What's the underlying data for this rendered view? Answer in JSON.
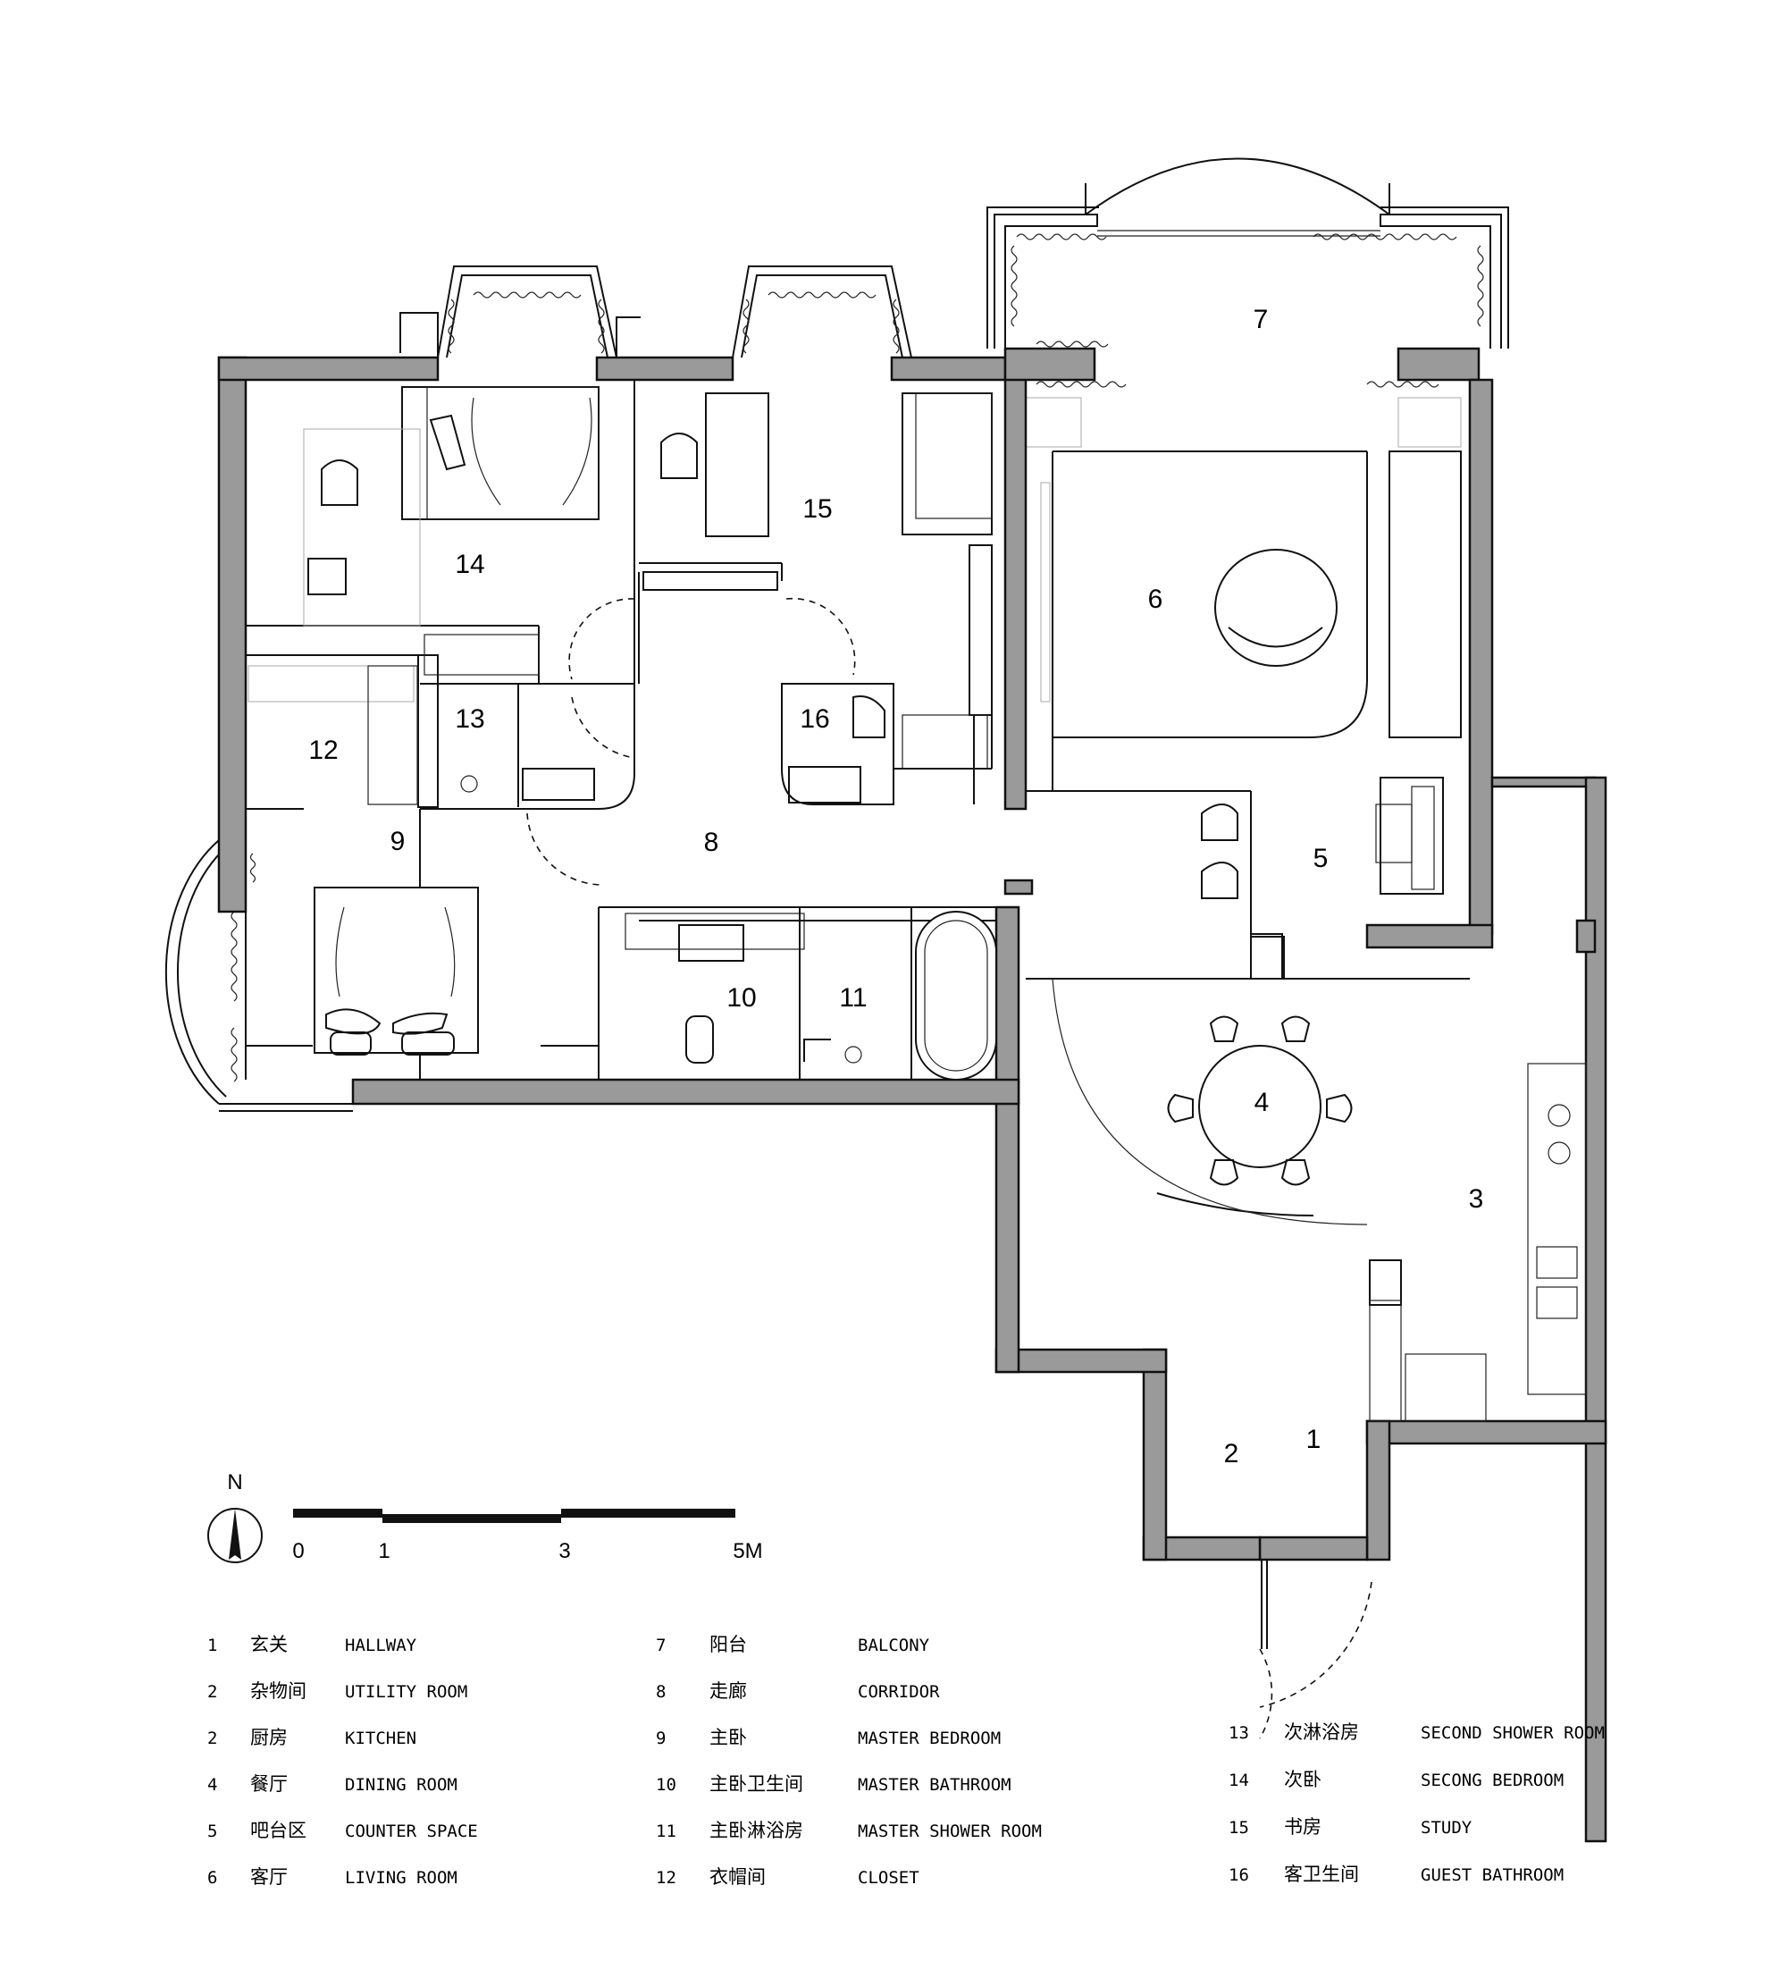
{
  "rooms": [
    {
      "num": "1"
    },
    {
      "num": "2"
    },
    {
      "num": "3"
    },
    {
      "num": "4"
    },
    {
      "num": "5"
    },
    {
      "num": "6"
    },
    {
      "num": "7"
    },
    {
      "num": "8"
    },
    {
      "num": "9"
    },
    {
      "num": "10"
    },
    {
      "num": "11"
    },
    {
      "num": "12"
    },
    {
      "num": "13"
    },
    {
      "num": "14"
    },
    {
      "num": "15"
    },
    {
      "num": "16"
    }
  ],
  "compass": {
    "label": "N"
  },
  "scale": {
    "ticks": [
      "0",
      "1",
      "3",
      "5M"
    ]
  },
  "legend": [
    {
      "num": "1",
      "cn": "玄关",
      "en": "HALLWAY"
    },
    {
      "num": "2",
      "cn": "杂物间",
      "en": "UTILITY ROOM"
    },
    {
      "num": "2",
      "cn": "厨房",
      "en": "KITCHEN"
    },
    {
      "num": "4",
      "cn": "餐厅",
      "en": "DINING ROOM"
    },
    {
      "num": "5",
      "cn": "吧台区",
      "en": "COUNTER SPACE"
    },
    {
      "num": "6",
      "cn": "客厅",
      "en": "LIVING ROOM"
    },
    {
      "num": "7",
      "cn": "阳台",
      "en": "BALCONY"
    },
    {
      "num": "8",
      "cn": "走廊",
      "en": "CORRIDOR"
    },
    {
      "num": "9",
      "cn": "主卧",
      "en": "MASTER BEDROOM"
    },
    {
      "num": "10",
      "cn": "主卧卫生间",
      "en": "MASTER BATHROOM"
    },
    {
      "num": "11",
      "cn": "主卧淋浴房",
      "en": "MASTER SHOWER ROOM"
    },
    {
      "num": "12",
      "cn": "衣帽间",
      "en": "CLOSET"
    },
    {
      "num": "13",
      "cn": "次淋浴房",
      "en": "SECOND SHOWER ROOM"
    },
    {
      "num": "14",
      "cn": "次卧",
      "en": "SECONG BEDROOM"
    },
    {
      "num": "15",
      "cn": "书房",
      "en": "STUDY"
    },
    {
      "num": "16",
      "cn": "客卫生间",
      "en": "GUEST BATHROOM"
    }
  ]
}
